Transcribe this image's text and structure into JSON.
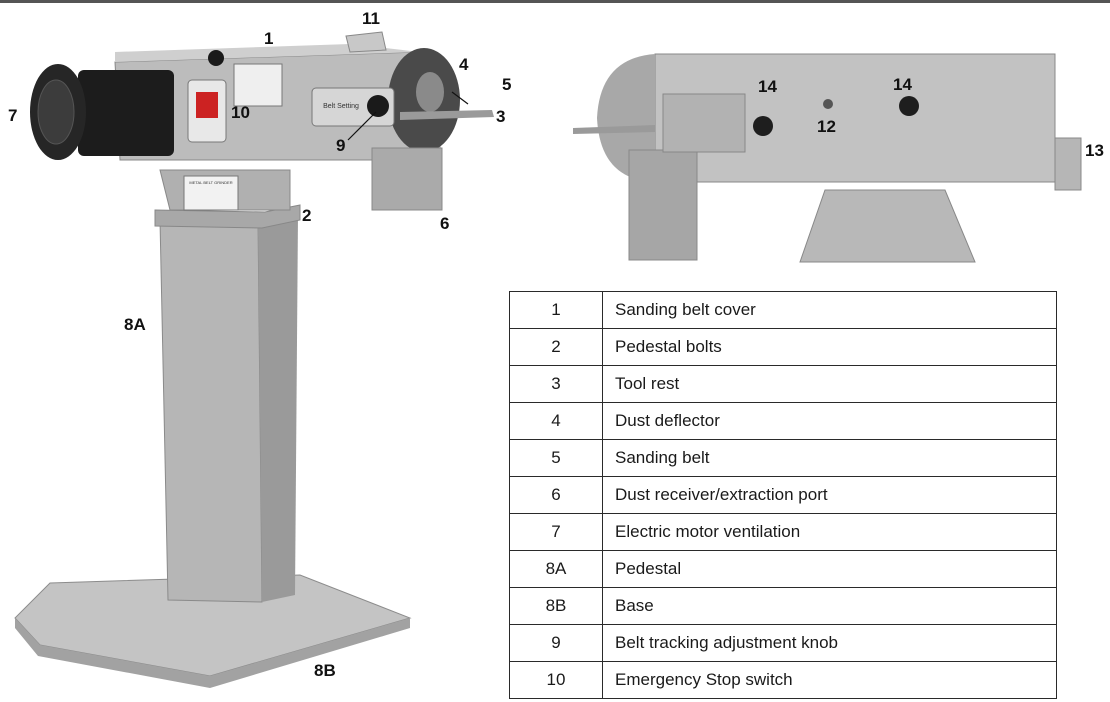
{
  "callouts_front": [
    "1",
    "11",
    "4",
    "5",
    "3",
    "7",
    "10",
    "9",
    "2",
    "6",
    "8A",
    "8B"
  ],
  "callouts_side": [
    "14",
    "14",
    "12",
    "13"
  ],
  "colors": {
    "machine_grey": "#b9b9b9",
    "motor_black": "#1c1c1c",
    "switch_red": "#cc2222",
    "border": "#2a2a2a"
  },
  "label_plate_text": "METAL BELT GRINDER",
  "tracking_label": "Belt Setting",
  "parts_table": [
    {
      "num": "1",
      "desc": "Sanding belt cover"
    },
    {
      "num": "2",
      "desc": "Pedestal bolts"
    },
    {
      "num": "3",
      "desc": "Tool rest"
    },
    {
      "num": "4",
      "desc": "Dust deflector"
    },
    {
      "num": "5",
      "desc": "Sanding belt"
    },
    {
      "num": "6",
      "desc": "Dust receiver/extraction port"
    },
    {
      "num": "7",
      "desc": "Electric motor ventilation"
    },
    {
      "num": "8A",
      "desc": "Pedestal"
    },
    {
      "num": "8B",
      "desc": "Base"
    },
    {
      "num": "9",
      "desc": "Belt tracking adjustment knob"
    },
    {
      "num": "10",
      "desc": "Emergency Stop switch"
    }
  ]
}
